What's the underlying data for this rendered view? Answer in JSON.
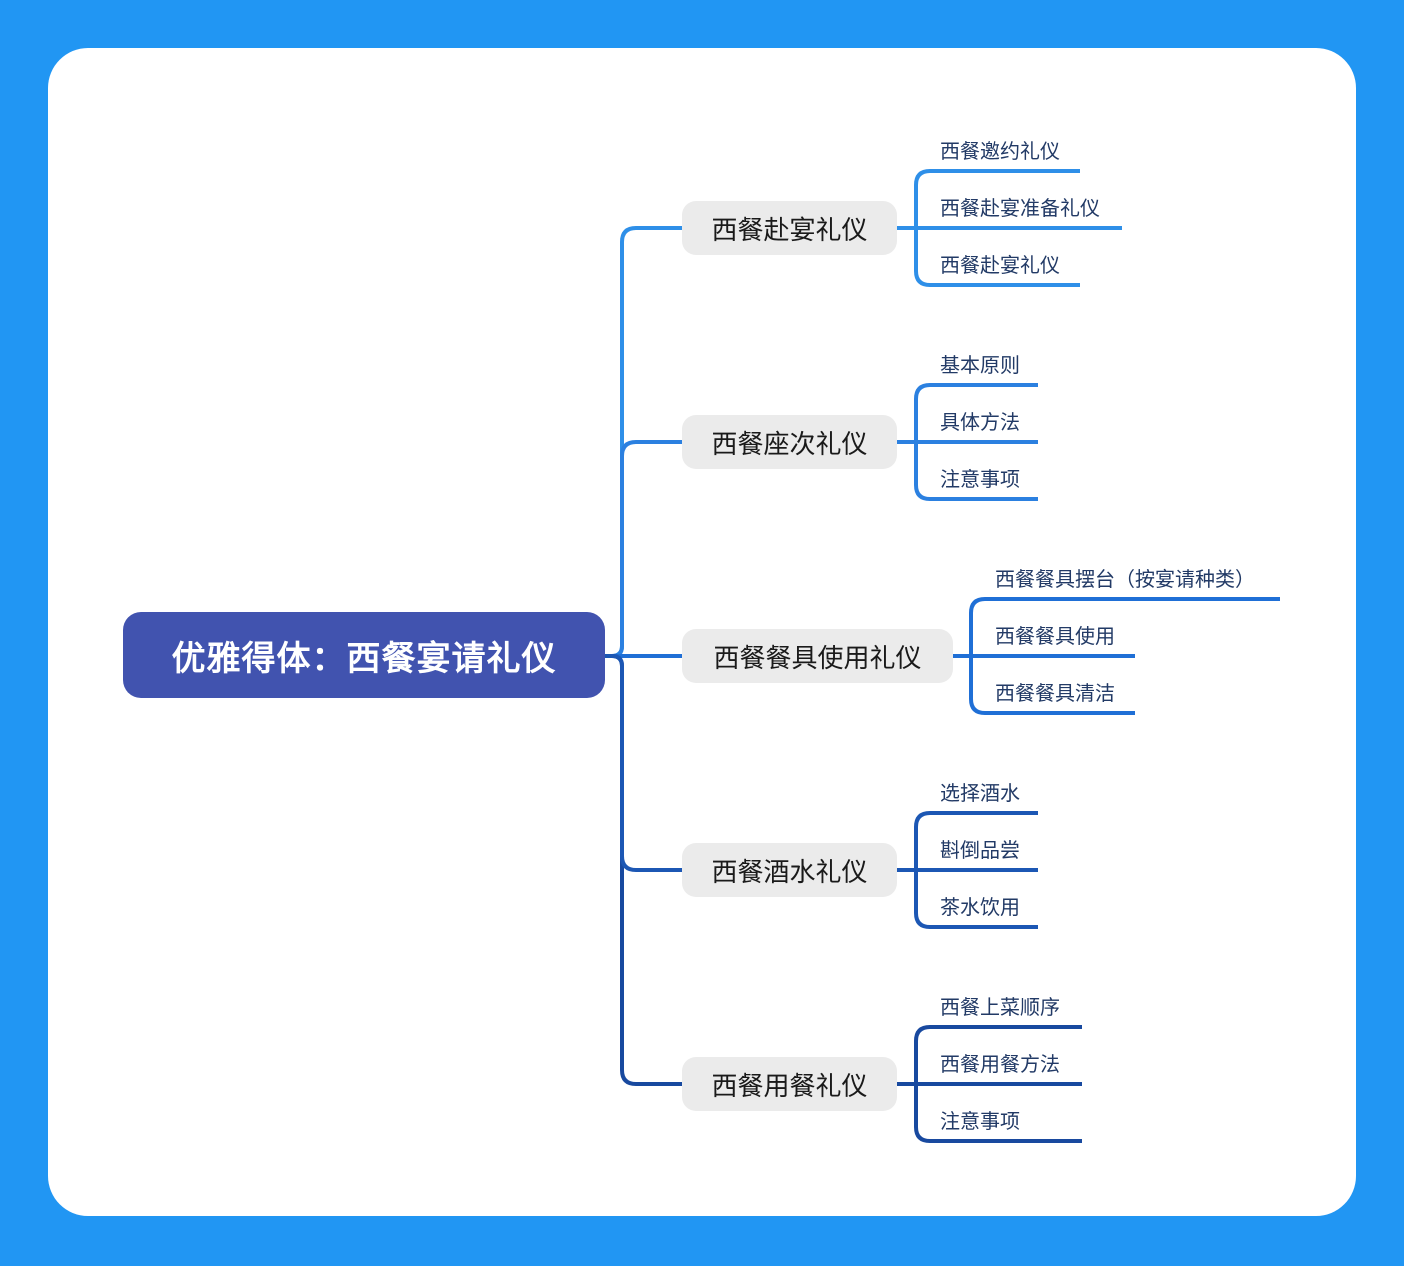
{
  "background": {
    "page_color": "#2196F3",
    "card_color": "#ffffff"
  },
  "root": {
    "label": "优雅得体：西餐宴请礼仪",
    "bg_color": "#4153AF",
    "text_color": "#ffffff"
  },
  "branch_style": {
    "node_bg": "#EBEBEB",
    "node_text_color": "#1A1A1A",
    "child_text_color": "#223A66"
  },
  "branches": [
    {
      "label": "西餐赴宴礼仪",
      "color": "#2E8FE8",
      "children": [
        "西餐邀约礼仪",
        "西餐赴宴准备礼仪",
        "西餐赴宴礼仪"
      ]
    },
    {
      "label": "西餐座次礼仪",
      "color": "#2B80E0",
      "children": [
        "基本原则",
        "具体方法",
        "注意事项"
      ]
    },
    {
      "label": "西餐餐具使用礼仪",
      "color": "#1F6FD6",
      "children": [
        "西餐餐具摆台（按宴请种类）",
        "西餐餐具使用",
        "西餐餐具清洁"
      ]
    },
    {
      "label": "西餐酒水礼仪",
      "color": "#1C57B4",
      "children": [
        "选择酒水",
        "斟倒品尝",
        "茶水饮用"
      ]
    },
    {
      "label": "西餐用餐礼仪",
      "color": "#18499F",
      "children": [
        "西餐上菜顺序",
        "西餐用餐方法",
        "注意事项"
      ]
    }
  ]
}
